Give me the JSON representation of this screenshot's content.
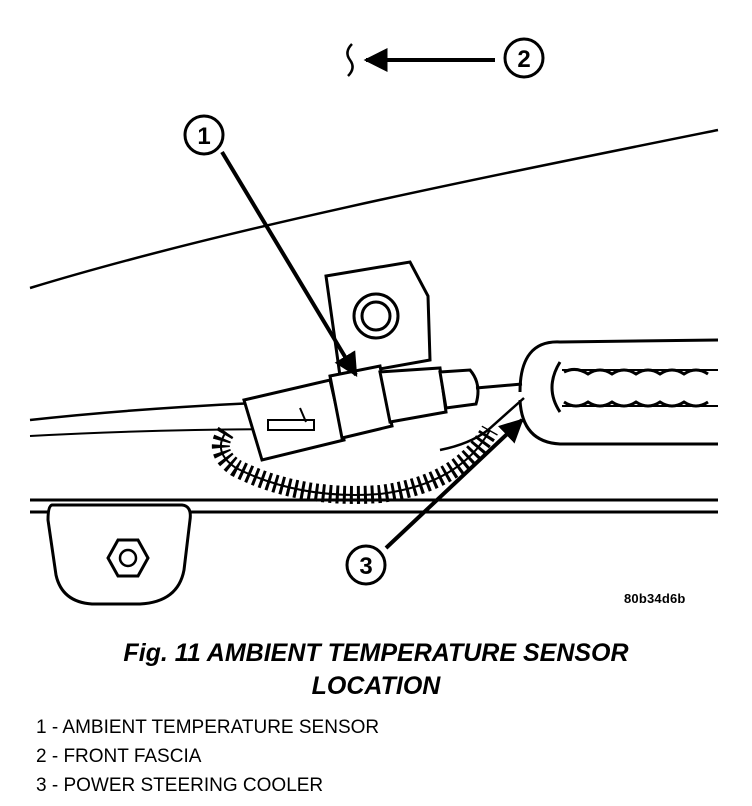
{
  "callouts": [
    {
      "number": "1"
    },
    {
      "number": "2"
    },
    {
      "number": "3"
    }
  ],
  "figure_code": "80b34d6b",
  "caption": {
    "line1": "Fig. 11 AMBIENT TEMPERATURE SENSOR",
    "line2": "LOCATION"
  },
  "legend": [
    {
      "text": "1 - AMBIENT TEMPERATURE SENSOR"
    },
    {
      "text": "2 - FRONT FASCIA"
    },
    {
      "text": "3 - POWER STEERING COOLER"
    }
  ]
}
